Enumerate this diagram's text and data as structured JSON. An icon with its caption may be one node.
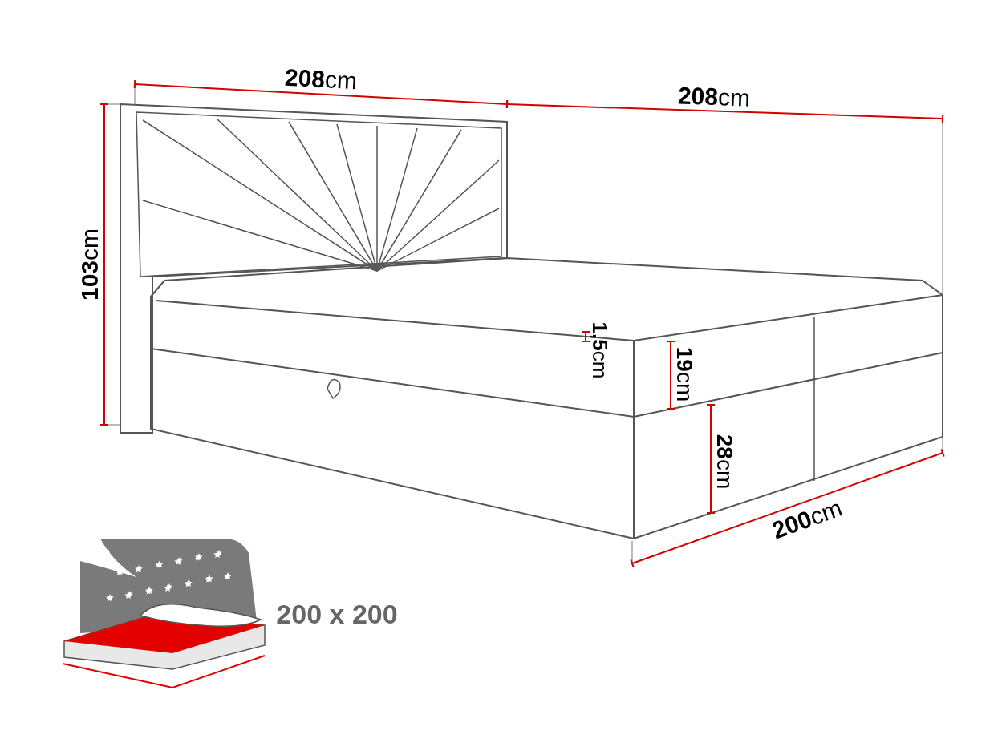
{
  "diagram": {
    "labels": [
      "**208**cm",
      "**208**cm",
      "**103**cm",
      "**1,5**cm",
      "**19**cm",
      "**28**cm",
      "**200**cm",
      "200 x 200"
    ]
  }
}
